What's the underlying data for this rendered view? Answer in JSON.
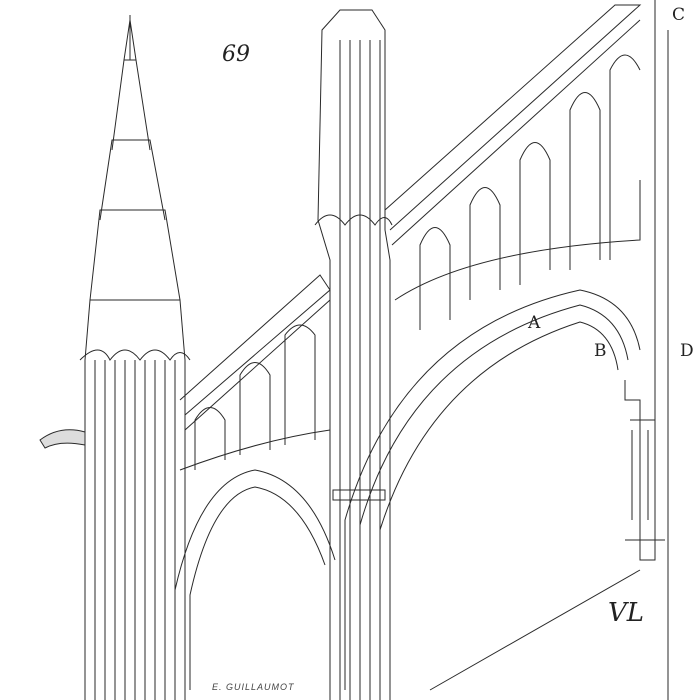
{
  "plate": {
    "number": "69"
  },
  "labels": {
    "a": "A",
    "b": "B",
    "c": "C",
    "d": "D"
  },
  "signature": "E. GUILLAUMOT",
  "monogram": "VL",
  "colors": {
    "ink": "#2a2a2a",
    "paper": "#ffffff"
  }
}
